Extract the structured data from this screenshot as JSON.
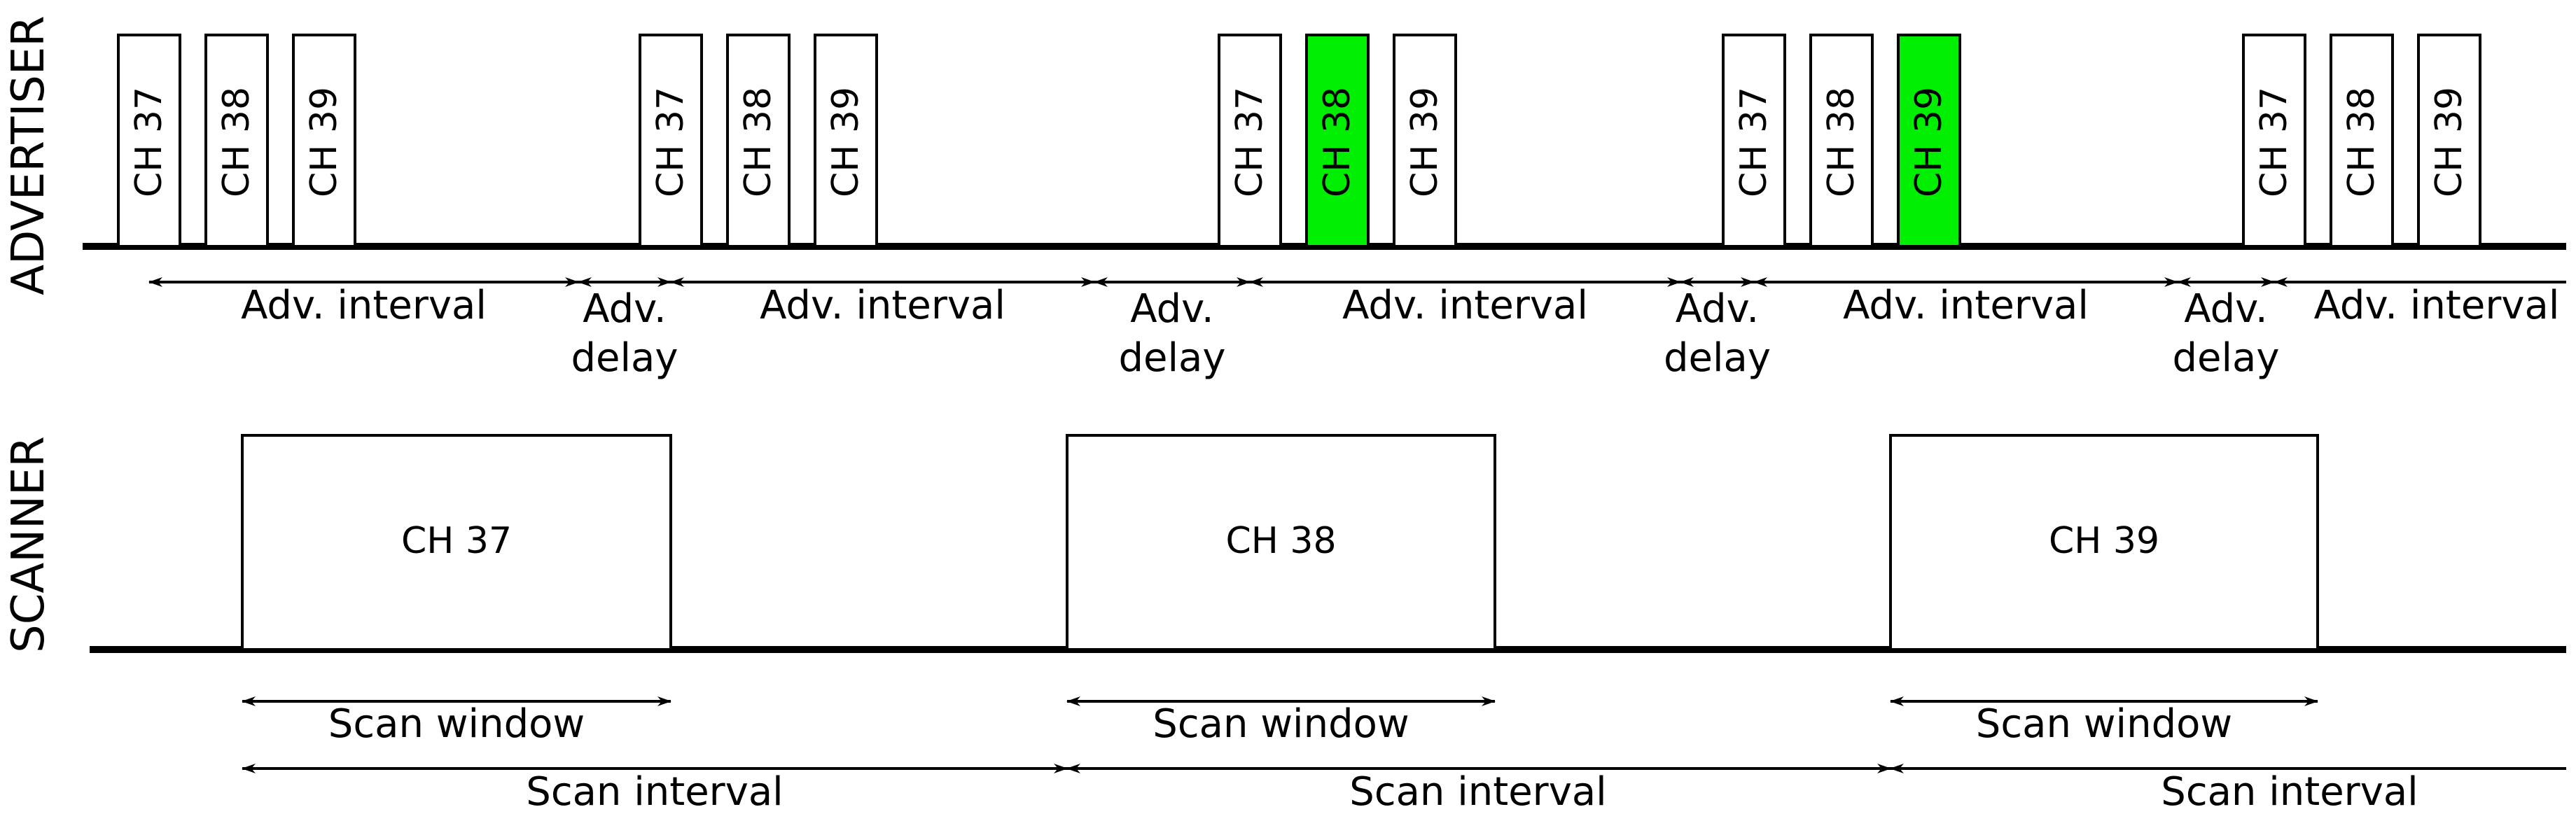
{
  "colors": {
    "highlight": "#00ee00",
    "stroke": "#000000",
    "background": "#ffffff"
  },
  "advertiser": {
    "title": "ADVERTISER",
    "bursts": [
      {
        "channels": [
          {
            "label": "CH 37",
            "highlight": false
          },
          {
            "label": "CH 38",
            "highlight": false
          },
          {
            "label": "CH 39",
            "highlight": false
          }
        ]
      },
      {
        "channels": [
          {
            "label": "CH 37",
            "highlight": false
          },
          {
            "label": "CH 38",
            "highlight": false
          },
          {
            "label": "CH 39",
            "highlight": false
          }
        ]
      },
      {
        "channels": [
          {
            "label": "CH 37",
            "highlight": false
          },
          {
            "label": "CH 38",
            "highlight": true
          },
          {
            "label": "CH 39",
            "highlight": false
          }
        ]
      },
      {
        "channels": [
          {
            "label": "CH 37",
            "highlight": false
          },
          {
            "label": "CH 38",
            "highlight": false
          },
          {
            "label": "CH 39",
            "highlight": true
          }
        ]
      },
      {
        "channels": [
          {
            "label": "CH 37",
            "highlight": false
          },
          {
            "label": "CH 38",
            "highlight": false
          },
          {
            "label": "CH 39",
            "highlight": false
          }
        ]
      }
    ],
    "interval_label": "Adv. interval",
    "delay_label_line1": "Adv.",
    "delay_label_line2": "delay"
  },
  "scanner": {
    "title": "SCANNER",
    "windows": [
      {
        "label": "CH 37"
      },
      {
        "label": "CH 38"
      },
      {
        "label": "CH 39"
      }
    ],
    "window_label": "Scan window",
    "interval_label": "Scan interval"
  }
}
